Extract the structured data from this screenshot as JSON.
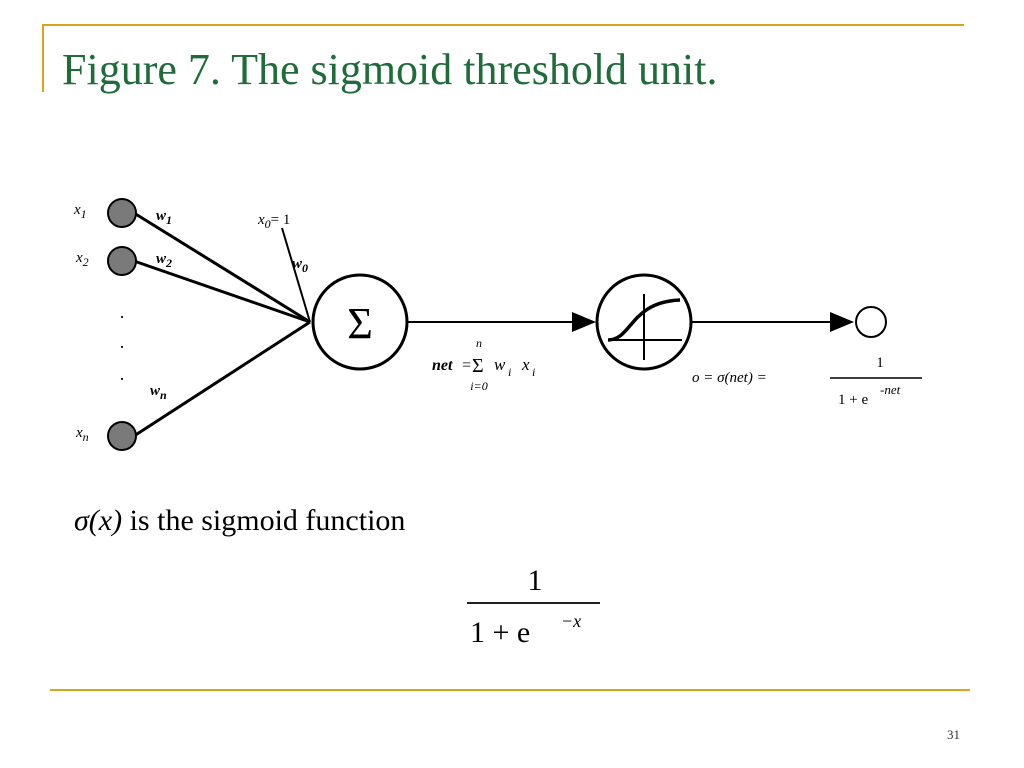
{
  "slide": {
    "title": "Figure 7. The sigmoid threshold unit.",
    "page_number": "31"
  },
  "diagram": {
    "inputs": [
      {
        "x": "x",
        "x_sub": "1",
        "w": "w",
        "w_sub": "1"
      },
      {
        "x": "x",
        "x_sub": "2",
        "w": "w",
        "w_sub": "2"
      },
      {
        "x": "x",
        "x_sub": "n",
        "w": "w",
        "w_sub": "n"
      }
    ],
    "bias": {
      "x0": "x",
      "x0_sub": "0",
      "x0_eq": "= 1",
      "w0": "w",
      "w0_sub": "0"
    },
    "sum_symbol": "Σ",
    "dots": ".",
    "net_formula": {
      "lhs": "net",
      "eq": "=",
      "sum": "Σ",
      "upper": "n",
      "lower": "i=0",
      "term_w": "w",
      "term_w_sub": "i",
      "term_x": "x",
      "term_x_sub": "i"
    },
    "output_formula": {
      "lhs": "o = σ(net) =",
      "numerator": "1",
      "denominator": "1 + e",
      "exponent": "-net"
    },
    "caption": {
      "sigma": "σ(x)",
      "text": " is the sigmoid function",
      "numerator": "1",
      "denominator": "1 + e",
      "exponent": "−x"
    }
  },
  "colors": {
    "title": "#1f6b3a",
    "rule": "#d9a520",
    "input_node": "#7a7a7a"
  }
}
